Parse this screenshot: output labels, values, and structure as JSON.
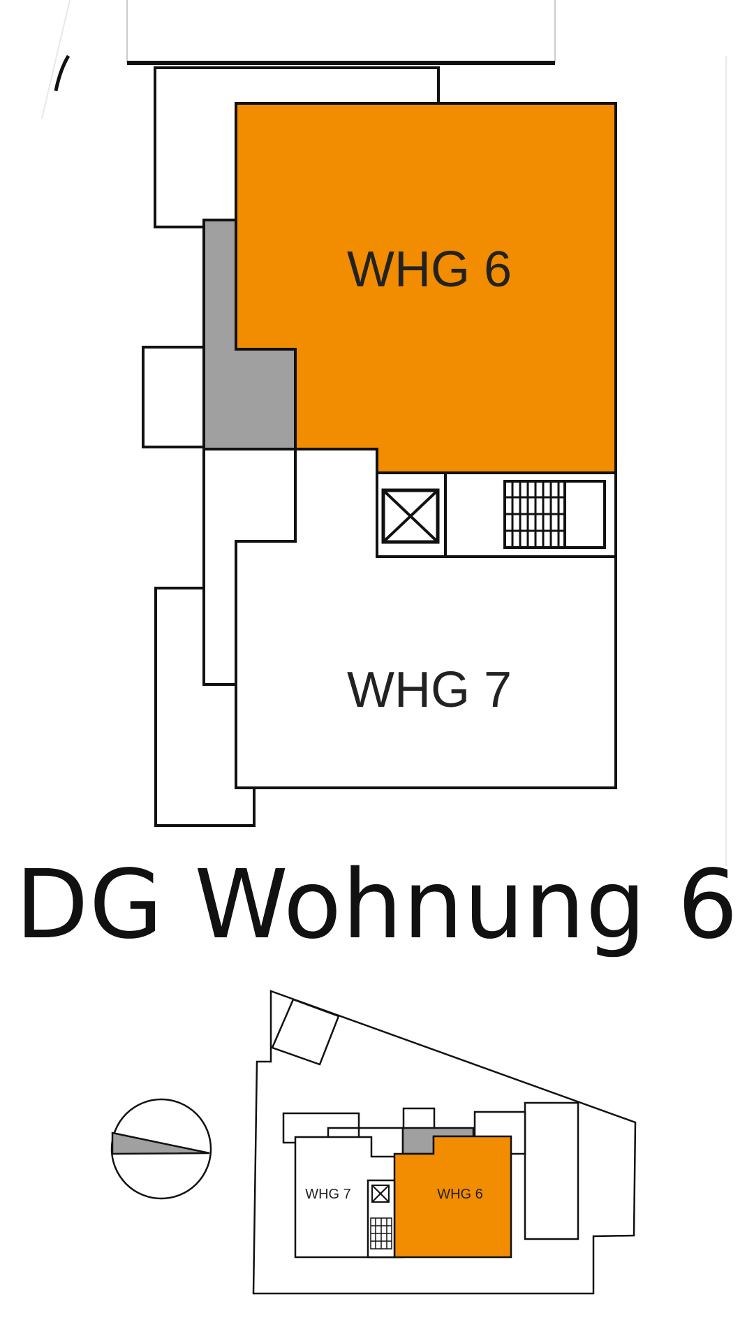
{
  "plan": {
    "unit_main": "WHG 6",
    "unit_other": "WHG 7"
  },
  "title": "DG Wohnung 6",
  "site": {
    "unit_main": "WHG 6",
    "unit_other": "WHG 7"
  },
  "colors": {
    "highlight": "#F28C00",
    "shared": "#A0A0A0",
    "line": "#111111",
    "background": "#FFFFFF"
  },
  "icons": [
    "elevator-icon",
    "stairs-icon",
    "compass-icon"
  ]
}
